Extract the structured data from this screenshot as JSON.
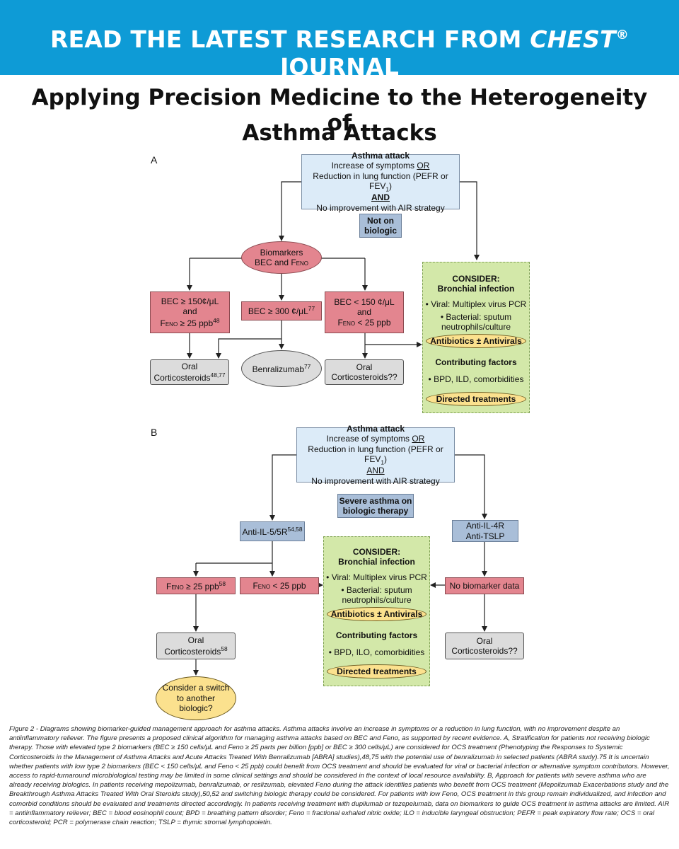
{
  "banner": {
    "pre": "READ THE LATEST RESEARCH FROM ",
    "journal": "CHEST",
    "reg": "®",
    "post": " JOURNAL"
  },
  "title": {
    "line1": "Applying Precision Medicine to the Heterogeneity of",
    "line2": "Asthma Attacks"
  },
  "panel_a": {
    "label": "A",
    "attack": {
      "title": "Asthma attack",
      "line1_pre": "Increase of symptoms ",
      "line1_or": "OR",
      "line2_pre": "Reduction in lung function (PEFR or FEV",
      "line2_sub": "1",
      "line2_post": ")",
      "and": "AND",
      "line3": "No improvement with AIR strategy"
    },
    "tag": {
      "line1": "Not on",
      "line2": "biologic"
    },
    "biomarkers": {
      "line1": "Biomarkers",
      "line2_pre": "BEC and F",
      "line2_sc": "eno"
    },
    "left": {
      "line1": "BEC ≥ 150¢/μL",
      "line2": "and",
      "line3_pre": "F",
      "line3_sc": "eno",
      "line3_post": " ≥ 25 ppb",
      "line3_sup": "48"
    },
    "mid": {
      "text": "BEC ≥ 300 ¢/μL",
      "sup": "77"
    },
    "right": {
      "line1": "BEC < 150 ¢/μL",
      "line2": "and",
      "line3_pre": "F",
      "line3_sc": "eno",
      "line3_post": " < 25 ppb"
    },
    "ocs_left": {
      "line1": "Oral",
      "line2": "Corticosteroids",
      "sup": "48,77"
    },
    "benra": {
      "text": "Benralizumab",
      "sup": "77"
    },
    "ocs_right": {
      "line1": "Oral",
      "line2": "Corticosteroids??"
    },
    "consider": {
      "title1": "CONSIDER:",
      "title2": "Bronchial infection",
      "viral": "• Viral: Multiplex virus PCR",
      "bact1": "• Bacterial: sputum",
      "bact2": "neutrophils/culture",
      "anti": "Antibiotics ± Antivirals",
      "contrib": "Contributing factors",
      "list": "• BPD, ILD, comorbidities",
      "directed": "Directed treatments"
    }
  },
  "panel_b": {
    "label": "B",
    "attack": {
      "title": "Asthma attack",
      "line1_pre": "Increase of symptoms ",
      "line1_or": "OR",
      "line2_pre": "Reduction in lung function (PEFR or FEV",
      "line2_sub": "1",
      "line2_post": ")",
      "and": "AND",
      "line3": "No improvement with AIR strategy"
    },
    "tag": {
      "line1": "Severe asthma on",
      "line2": "biologic therapy"
    },
    "anti_il5": {
      "text": "Anti-IL-5/5R",
      "sup": "54,58"
    },
    "anti_il4": {
      "line1": "Anti-IL-4R",
      "line2": "Anti-TSLP"
    },
    "feno_hi": {
      "pre": "F",
      "sc": "eno",
      "post": " ≥ 25 ppb",
      "sup": "58"
    },
    "feno_lo": {
      "pre": "F",
      "sc": "eno",
      "post": " < 25 ppb"
    },
    "no_bio": {
      "text": "No biomarker data"
    },
    "ocs_left": {
      "line1": "Oral",
      "line2": "Corticosteroids",
      "sup": "58"
    },
    "ocs_right": {
      "line1": "Oral",
      "line2": "Corticosteroids??"
    },
    "switch": {
      "line1": "Consider a switch",
      "line2": "to another",
      "line3": "biologic?"
    },
    "consider": {
      "title1": "CONSIDER:",
      "title2": "Bronchial infection",
      "viral": "• Viral: Multiplex virus PCR",
      "bact1": "• Bacterial: sputum",
      "bact2": "neutrophils/culture",
      "anti": "Antibiotics ± Antivirals",
      "contrib": "Contributing factors",
      "list": "• BPD, ILO, comorbidities",
      "directed": "Directed treatments"
    }
  },
  "caption": "Figure 2 - Diagrams showing biomarker-guided management approach for asthma attacks. Asthma attacks involve an increase in symptoms or a reduction in lung function, with no improvement despite an antiinflammatory reliever. The figure presents a proposed clinical algorithm for managing asthma attacks based on BEC and Feno, as supported by recent evidence. A, Stratification for patients not receiving biologic therapy. Those with elevated type 2 biomarkers (BEC ≥ 150 cells/μL and Feno ≥ 25 parts per billion [ppb] or BEC ≥ 300 cells/μL) are considered for OCS treatment (Phenotyping the Responses to Systemic Corticosteroids in the Management of Asthma Attacks and Acute Attacks Treated With Benralizumab [ABRA] studies),48,75 with the potential use of benralizumab in selected patients (ABRA study).75 It is uncertain whether patients with low type 2 biomarkers (BEC < 150 cells/μL and Feno < 25 ppb) could benefit from OCS treatment and should be evaluated for viral or bacterial infection or alternative symptom contributors. However, access to rapid-turnaround microbiological testing may be limited in some clinical settings and should be considered in the context of local resource availability. B, Approach for patients with severe asthma who are already receiving biologics. In patients receiving mepolizumab, benralizumab, or reslizumab, elevated Feno during the attack identifies patients who benefit from OCS treatment (Mepolizumab Exacerbations study and the Breakthrough Asthma Attacks Treated With Oral Steroids study),50,52 and switching biologic therapy could be considered. For patients with low Feno, OCS treatment in this group remain individualized, and infection and comorbid conditions should be evaluated and treatments directed accordingly. In patients receiving treatment with dupilumab or tezepelumab, data on biomarkers to guide OCS treatment in asthma attacks are limited. AIR = antiinflammatory reliever; BEC = blood eosinophil count; BPD = breathing pattern disorder; Feno = fractional exhaled nitric oxide; ILO = inducible laryngeal obstruction; PEFR = peak expiratory flow rate; OCS = oral corticosteroid; PCR = polymerase chain reaction; TSLP = thymic stromal lymphopoietin."
}
